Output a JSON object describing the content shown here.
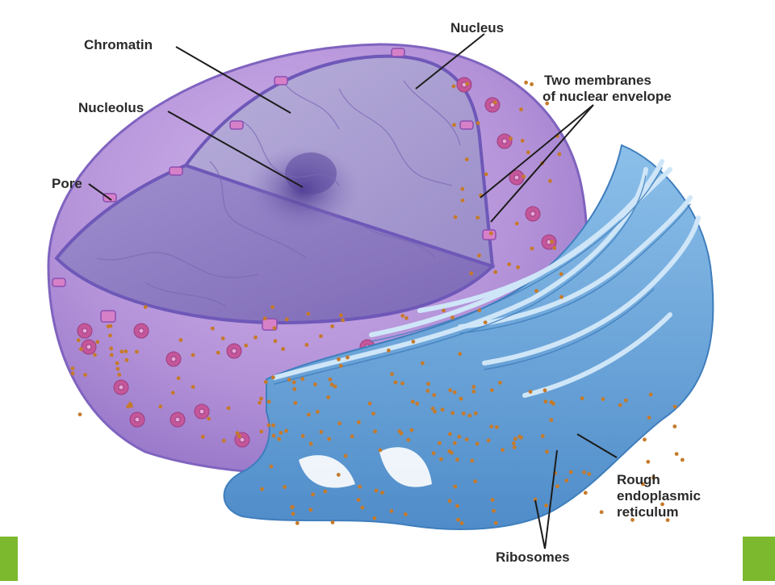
{
  "labels": {
    "chromatin": "Chromatin",
    "nucleus": "Nucleus",
    "nucleolus": "Nucleolus",
    "two_membranes_line1": "Two membranes",
    "two_membranes_line2": "of nuclear envelope",
    "pore": "Pore",
    "rer_line1": "Rough",
    "rer_line2": "endoplasmic",
    "rer_line3": "reticulum",
    "ribosomes": "Ribosomes"
  },
  "colors": {
    "nucleus_fill": "#b38fd6",
    "nucleus_cut_face": "#8e78c0",
    "nucleus_interior": "#a795cc",
    "nucleolus": "#6a55a8",
    "envelope": "#6e58b8",
    "pore": "#d680c8",
    "rer_fill": "#6fa9dc",
    "rer_light": "#a9d0f1",
    "rer_dark": "#3f7ebd",
    "ribosome": "#c67a2a",
    "pore_rosette": "#c4569a",
    "corner_accent": "#7cb92e"
  }
}
